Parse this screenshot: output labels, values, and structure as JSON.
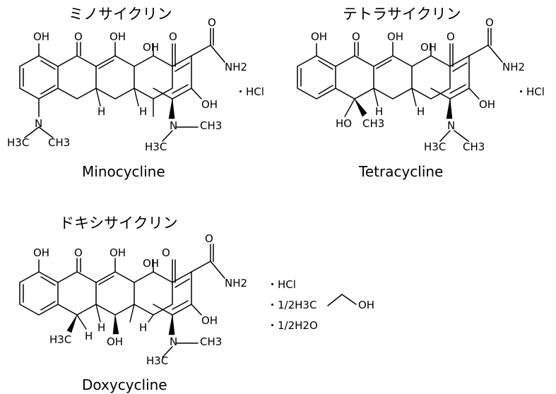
{
  "molecules": [
    {
      "japanese_name": "ミノサイクリン",
      "english_name": "Minocycline",
      "salts": [
        "・HCl"
      ],
      "atoms": {
        "oh_top1": "OH",
        "o_top1": "O",
        "oh_top2": "OH",
        "oh_wedge": "OH",
        "o_top2": "O",
        "o_amide": "O",
        "nh2": "NH2",
        "oh_right": "OH",
        "h_left": "H",
        "h_mid": "H",
        "n_left": "N",
        "ch3_l1": "H3C",
        "ch3_l2": "CH3",
        "n_right": "N",
        "ch3_r1": "CH3",
        "ch3_r2": "H3C"
      }
    },
    {
      "japanese_name": "テトラサイクリン",
      "english_name": "Tetracycline",
      "salts": [
        "・HCl"
      ],
      "atoms": {
        "oh_top1": "OH",
        "o_top1": "O",
        "oh_top2": "OH",
        "oh_wedge": "OH",
        "o_top2": "O",
        "o_amide": "O",
        "nh2": "NH2",
        "oh_right": "OH",
        "ho_c6": "HO",
        "ch3_c6": "CH3",
        "h_left": "H",
        "h_mid": "H",
        "n_right": "N",
        "ch3_r1": "H3C",
        "ch3_r2": "CH3"
      }
    },
    {
      "japanese_name": "ドキシサイクリン",
      "english_name": "Doxycycline",
      "salts": [
        "・HCl",
        "・1/2H3C",
        "OH",
        "・1/2H2O"
      ],
      "atoms": {
        "oh_top1": "OH",
        "o_top1": "O",
        "oh_top2": "OH",
        "oh_wedge": "OH",
        "o_top2": "O",
        "o_amide": "O",
        "nh2": "NH2",
        "oh_right": "OH",
        "ch3_c6": "H3C",
        "h_c6": "H",
        "h_c5a": "H",
        "oh_c5": "OH",
        "h_c4a": "H",
        "n_right": "N",
        "ch3_r1": "CH3",
        "ch3_r2": "H3C"
      }
    }
  ]
}
